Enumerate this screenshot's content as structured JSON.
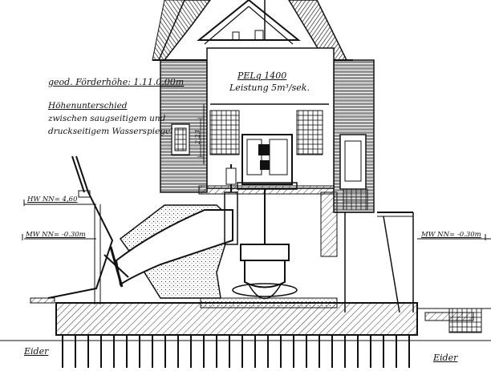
{
  "annotations": {
    "delivery_head": "geod. Förderhöhe: 1.11.0.00m",
    "diff_line1": "Höhenunterschied",
    "diff_line2": "zwischen saugseitigem und",
    "diff_line3": "druckseitigem Wasserspiegel",
    "pump_type": "PELq 1400",
    "pump_capacity": "Leistung 5m³/sek.",
    "vertical_dim": "2.23",
    "level_inside_high": "HW NN= 4,60",
    "level_inside_low": "MW NN= -0.30m",
    "level_outside": "MW NN= -0.30m",
    "river_left": "Eider",
    "river_right": "Eider"
  },
  "colors": {
    "ink": "#111111",
    "paper": "#ffffff"
  }
}
